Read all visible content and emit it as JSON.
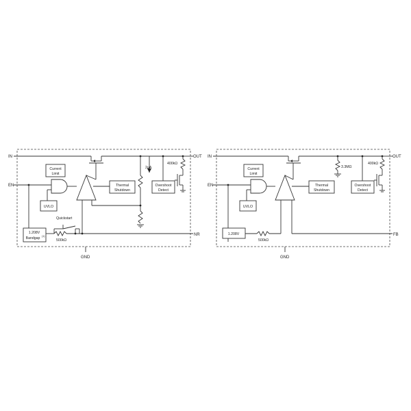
{
  "diagrams": [
    {
      "pins": {
        "in": "IN",
        "en": "EN",
        "out": "OUT",
        "gnd": "GND",
        "nr": "NR"
      },
      "blocks": {
        "current_limit": [
          "Current",
          "Limit"
        ],
        "thermal_shutdown": [
          "Thermal",
          "Shutdown"
        ],
        "overshoot_detect": [
          "Overshoot",
          "Detect"
        ],
        "uvlo": "UVLO",
        "bandgap": [
          "1.208V",
          "Bandgap"
        ],
        "bandgap_note": "(1)"
      },
      "values": {
        "current_source": "2µA",
        "res_out": "400kΩ",
        "res_bottom": "500kΩ"
      },
      "quickstart": "Quickstart"
    },
    {
      "pins": {
        "in": "IN",
        "en": "EN",
        "out": "OUT",
        "gnd": "GND",
        "fb": "FB"
      },
      "blocks": {
        "current_limit": [
          "Current",
          "Limit"
        ],
        "thermal_shutdown": [
          "Thermal",
          "Shutdown"
        ],
        "overshoot_detect": [
          "Overshoot",
          "Detect"
        ],
        "uvlo": "UVLO",
        "bandgap": "1.208V"
      },
      "values": {
        "res_mid": "3.3MΩ",
        "res_out": "400kΩ",
        "res_bottom": "500kΩ"
      }
    }
  ]
}
